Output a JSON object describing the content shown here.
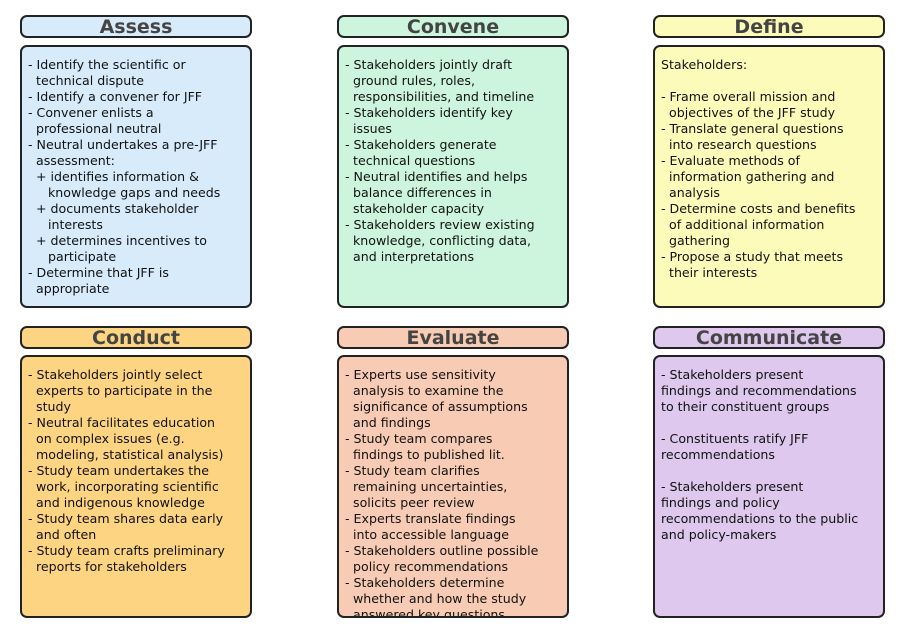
{
  "panels": [
    {
      "id": "assess",
      "title": "Assess",
      "color": "#d7ebfb",
      "lines": [
        "- Identify the scientific or",
        "  technical dispute",
        "- Identify a convener for JFF",
        "- Convener enlists a",
        "  professional neutral",
        "- Neutral undertakes a pre-JFF",
        "  assessment:",
        "  + identifies information &",
        "     knowledge gaps and needs",
        "  + documents stakeholder",
        "     interests",
        "  + determines incentives to",
        "     participate",
        "- Determine that JFF is",
        "  appropriate"
      ]
    },
    {
      "id": "convene",
      "title": "Convene",
      "color": "#cdf5dd",
      "lines": [
        "- Stakeholders jointly draft",
        "  ground rules, roles,",
        "  responsibilities, and timeline",
        "- Stakeholders identify key",
        "  issues",
        "- Stakeholders generate",
        "  technical questions",
        "- Neutral identifies and helps",
        "  balance differences in",
        "  stakeholder capacity",
        "- Stakeholders review existing",
        "  knowledge, conflicting data,",
        "  and interpretations"
      ]
    },
    {
      "id": "define",
      "title": "Define",
      "color": "#fdfbb9",
      "lines": [
        "Stakeholders:",
        "",
        "- Frame overall mission and",
        "  objectives of the JFF study",
        "- Translate general questions",
        "  into research questions",
        "- Evaluate methods of",
        "  information gathering and",
        "  analysis",
        "- Determine costs and benefits",
        "  of additional information",
        "  gathering",
        "- Propose a study that meets",
        "  their interests"
      ]
    },
    {
      "id": "conduct",
      "title": "Conduct",
      "color": "#fcd482",
      "lines": [
        "- Stakeholders jointly select",
        "  experts to participate in the",
        "  study",
        "- Neutral facilitates education",
        "  on complex issues (e.g.",
        "  modeling, statistical analysis)",
        "- Study team undertakes the",
        "  work, incorporating scientific",
        "  and indigenous knowledge",
        "- Study team shares data early",
        "  and often",
        "- Study team crafts preliminary",
        "  reports for stakeholders"
      ]
    },
    {
      "id": "evaluate",
      "title": "Evaluate",
      "color": "#f8ccb4",
      "lines": [
        "- Experts use sensitivity",
        "  analysis to examine the",
        "  significance of assumptions",
        "  and findings",
        "- Study team compares",
        "  findings to published lit.",
        "- Study team clarifies",
        "  remaining uncertainties,",
        "  solicits peer review",
        "- Experts translate findings",
        "  into accessible language",
        "- Stakeholders outline possible",
        "  policy recommendations",
        "- Stakeholders determine",
        "  whether and how the study",
        "  answered key questions"
      ]
    },
    {
      "id": "communicate",
      "title": "Communicate",
      "color": "#dec8ee",
      "lines": [
        "- Stakeholders present",
        "findings and recommendations",
        "to their constituent groups",
        "",
        "- Constituents ratify JFF",
        "recommendations",
        "",
        "- Stakeholders present",
        "findings and policy",
        "recommendations to the public",
        "and policy-makers"
      ]
    }
  ]
}
